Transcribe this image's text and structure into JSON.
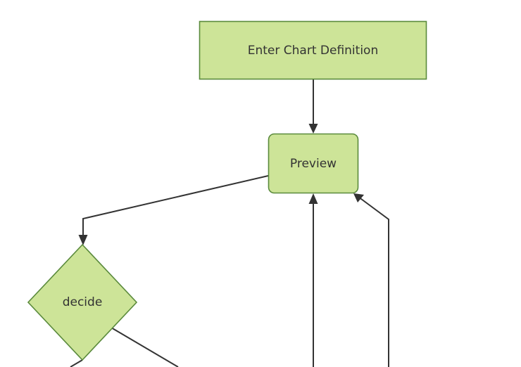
{
  "diagram": {
    "type": "flowchart",
    "orientation": "top-down",
    "background_color": "#ffffff",
    "node_fill_color": "#cde498",
    "node_border_color": "#5a8a3c",
    "edge_color": "#333333",
    "text_color": "#333333",
    "cropped": "bottom edge of diagram is cut off",
    "nodes": [
      {
        "id": "enter",
        "label": "Enter Chart Definition",
        "shape": "rectangle"
      },
      {
        "id": "preview",
        "label": "Preview",
        "shape": "rounded-rectangle"
      },
      {
        "id": "decide",
        "label": "decide",
        "shape": "diamond"
      }
    ],
    "edges": [
      {
        "from": "enter",
        "to": "preview",
        "label": ""
      },
      {
        "from": "preview",
        "to": "decide",
        "label": ""
      },
      {
        "from": "offscreen-1",
        "to": "preview",
        "label": ""
      },
      {
        "from": "offscreen-2",
        "to": "preview",
        "label": ""
      },
      {
        "from": "decide",
        "to": "offscreen-3",
        "label": ""
      },
      {
        "from": "decide",
        "to": "offscreen-4",
        "label": ""
      }
    ]
  }
}
